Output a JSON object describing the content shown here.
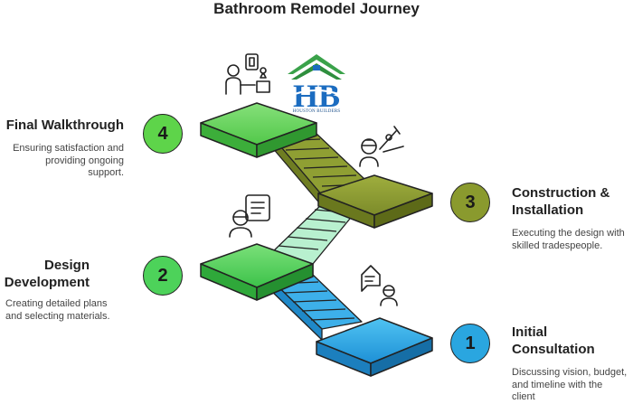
{
  "title": "Bathroom Remodel Journey",
  "logo": {
    "caption": "HOUSTON BUILDERS",
    "initials": "HB",
    "primary_color": "#1b6cc0",
    "roof_color": "#3aa24a"
  },
  "steps": [
    {
      "number": "1",
      "heading_line1": "Initial",
      "heading_line2": "Consultation",
      "desc_lines": [
        "Discussing vision, budget,",
        "and timeline with the",
        "client"
      ],
      "color": "#2aa6e0",
      "icon": "client-chat-icon"
    },
    {
      "number": "2",
      "heading_line1": "Design",
      "heading_line2": "Development",
      "desc_lines": [
        "Creating detailed plans",
        "and selecting materials."
      ],
      "color": "#4dd25a",
      "icon": "architect-blueprint-icon"
    },
    {
      "number": "3",
      "heading_line1": "Construction &",
      "heading_line2": "Installation",
      "desc_lines": [
        "Executing the design with",
        "skilled tradespeople."
      ],
      "color": "#8a9a2e",
      "icon": "worker-tools-icon"
    },
    {
      "number": "4",
      "heading_line1": "Final Walkthrough",
      "heading_line2": "",
      "desc_lines": [
        "Ensuring satisfaction and",
        "providing ongoing",
        "support."
      ],
      "color": "#5ed44a",
      "icon": "person-inspection-icon"
    }
  ]
}
